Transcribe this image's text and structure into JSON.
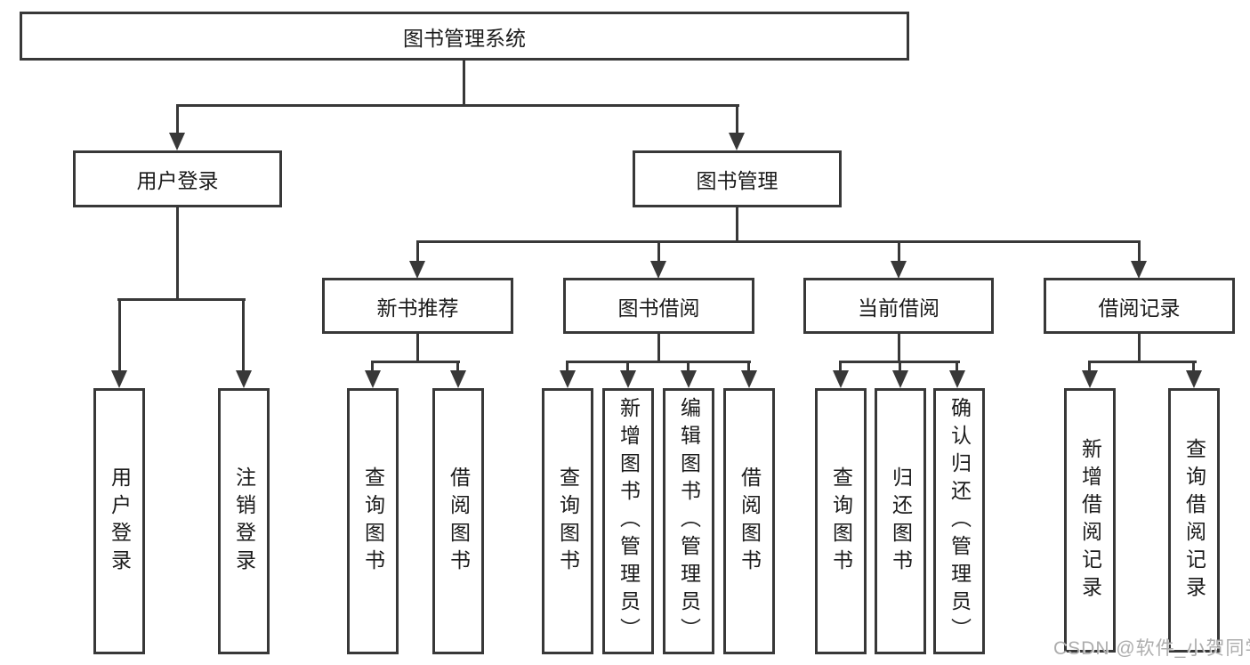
{
  "title": {
    "label": "图书管理系统"
  },
  "level2": {
    "user_login": "用户登录",
    "book_mgmt": "图书管理"
  },
  "level3": {
    "new_book": "新书推荐",
    "borrow": "图书借阅",
    "current": "当前借阅",
    "record": "借阅记录"
  },
  "leaves": {
    "login": [
      "用户登录",
      "注销登录"
    ],
    "new_book": [
      "查询图书",
      "借阅图书"
    ],
    "borrow": [
      "查询图书",
      "新增图书（管理员）",
      "编辑图书（管理员）",
      "借阅图书"
    ],
    "current": [
      "查询图书",
      "归还图书",
      "确认归还（管理员）"
    ],
    "record": [
      "新增借阅记录",
      "查询借阅记录"
    ]
  },
  "watermark": "CSDN @软件_小贺同学",
  "colors": {
    "line": "#383838",
    "text": "#1b1b1b",
    "background": "#ffffff",
    "watermark": "#a4a4a4"
  }
}
